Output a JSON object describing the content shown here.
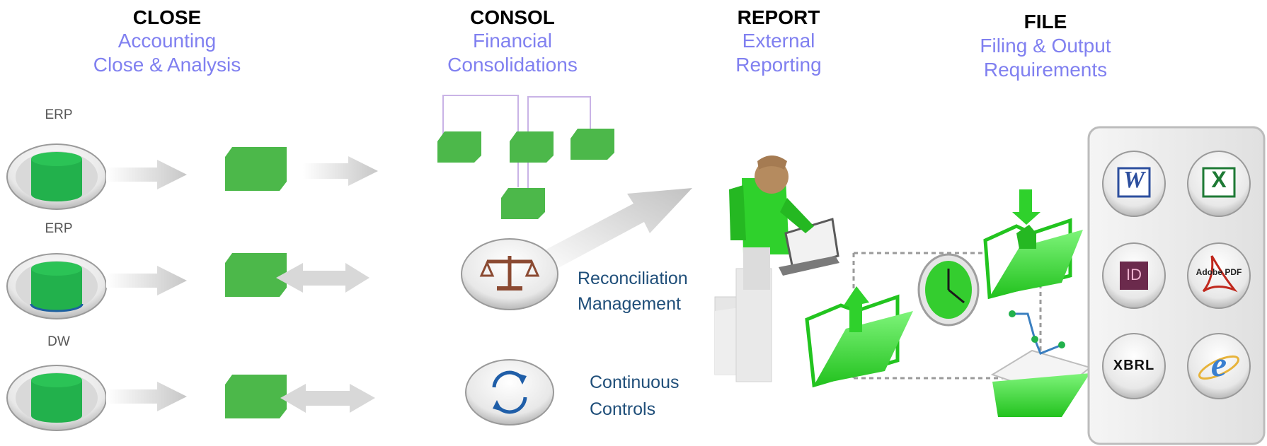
{
  "theme": {
    "green": "#4cb84a",
    "bright_green": "#2fd12c",
    "subtitle_blue": "#8080f0",
    "tool_blue": "#1f4e79",
    "header_black": "#000000"
  },
  "stages": [
    {
      "title": "CLOSE",
      "subtitle_lines": [
        "Accounting",
        "Close & Analysis"
      ]
    },
    {
      "title": "CONSOL",
      "subtitle_lines": [
        "Financial",
        "Consolidations"
      ]
    },
    {
      "title": "REPORT",
      "subtitle_lines": [
        "External",
        "Reporting"
      ]
    },
    {
      "title": "FILE",
      "subtitle_lines": [
        "Filing & Output",
        "Requirements"
      ]
    }
  ],
  "sources": [
    {
      "label": "ERP",
      "icon": "database-icon"
    },
    {
      "label": "ERP",
      "icon": "database-icon"
    },
    {
      "label": "DW",
      "icon": "database-icon"
    }
  ],
  "tools": [
    {
      "lines": [
        "Reconciliation",
        "Management"
      ],
      "icon": "scales-icon"
    },
    {
      "lines": [
        "Continuous",
        "Controls"
      ],
      "icon": "refresh-cycle-icon"
    }
  ],
  "report_icons": [
    "person-laptop-icon",
    "clock-icon",
    "folder-icon"
  ],
  "file_formats": [
    {
      "label": "W",
      "icon": "word-icon"
    },
    {
      "label": "X",
      "icon": "excel-icon"
    },
    {
      "label": "ID",
      "icon": "indesign-icon"
    },
    {
      "label": "Adobe PDF",
      "icon": "pdf-icon"
    },
    {
      "label": "XBRL",
      "icon": "xbrl-icon"
    },
    {
      "label": "e",
      "icon": "internet-explorer-icon"
    }
  ]
}
